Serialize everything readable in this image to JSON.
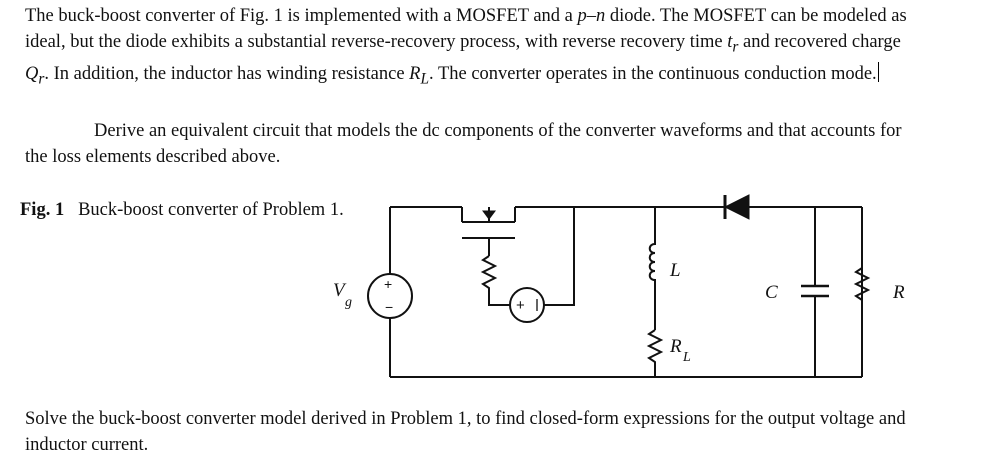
{
  "problem1": {
    "intro": "The buck-boost converter of Fig. 1 is implemented with a MOSFET and a ",
    "pn": "p–n",
    "after_pn": " diode. The MOSFET can be modeled as ideal, but the diode exhibits a substantial reverse-recovery process, with reverse recovery time ",
    "tr_base": "t",
    "tr_sub": "r",
    "after_tr": " and recovered charge ",
    "qr_base": "Q",
    "qr_sub": "r",
    "after_qr": ". In addition, the inductor has winding resistance ",
    "rl_base": "R",
    "rl_sub": "L",
    "after_rl": ". The converter operates in the continuous conduction mode.",
    "task": "Derive an equivalent circuit that models the dc components of the converter waveforms and that accounts for the loss elements described above."
  },
  "figure": {
    "label": "Fig. 1",
    "caption": "Buck-boost converter of Problem 1.",
    "vg_base": "V",
    "vg_sub": "g",
    "plus": "+",
    "minus": "−",
    "src2_plus": "+",
    "l_label": "L",
    "rl_base": "R",
    "rl_sub": "L",
    "c_label": "C",
    "r_label": "R"
  },
  "problem2": {
    "text": "Solve the buck-boost converter model derived in Problem 1, to find closed-form expressions for the output voltage and inductor current."
  }
}
